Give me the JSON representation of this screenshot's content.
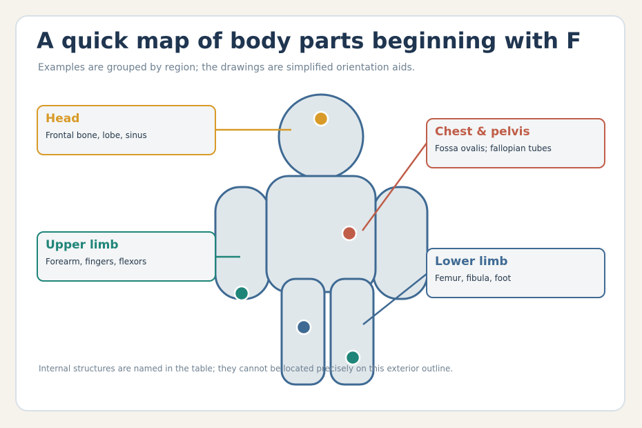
{
  "title": "A quick map of body parts beginning with F",
  "subtitle": "Examples are grouped by region; the drawings are simplified orientation aids.",
  "footnote": "Internal structures are named in the table; they cannot be located precisely on this exterior outline.",
  "colors": {
    "head": "#d89a28",
    "chest": "#c05d49",
    "upper_limb": "#1f8579",
    "lower_limb": "#3f6a93",
    "outline": "#3f6a93",
    "body_fill": "#dfe7eb"
  },
  "regions": {
    "head": {
      "name": "Head",
      "desc": "Frontal bone, lobe, sinus"
    },
    "chest": {
      "name": "Chest & pelvis",
      "desc": "Fossa ovalis; fallopian tubes"
    },
    "upper_limb": {
      "name": "Upper limb",
      "desc": "Forearm, fingers, flexors"
    },
    "lower_limb": {
      "name": "Lower limb",
      "desc": "Femur, fibula, foot"
    }
  }
}
